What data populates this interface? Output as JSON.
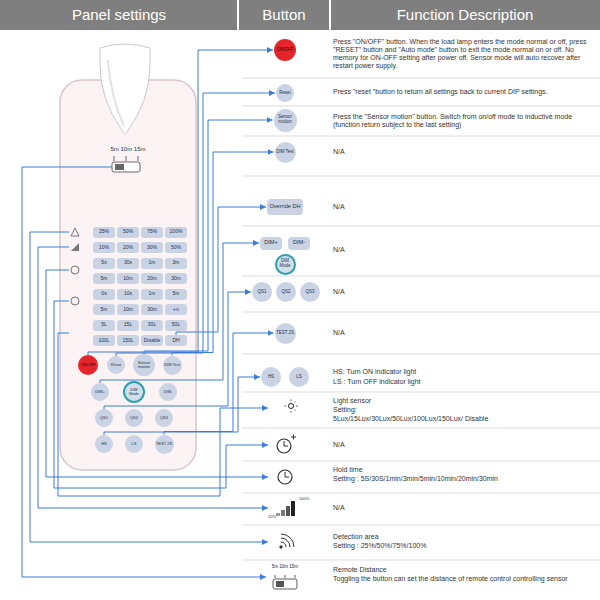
{
  "diagram": {
    "nodes": [
      {
        "text": [
          "5m 10m 15m"
        ]
      },
      {
        "text": [
          "25%"
        ],
        "in": 0
      },
      {
        "text": [
          "50%"
        ],
        "in": 0
      },
      {
        "text": [
          "75%"
        ],
        "in": 0
      },
      {
        "text": [
          "100%"
        ],
        "in": 0
      },
      {
        "text": [
          "10%"
        ],
        "in": 0
      },
      {
        "text": [
          "20%"
        ],
        "in": 0
      },
      {
        "text": [
          "30%"
        ],
        "in": 0
      },
      {
        "text": [
          "50%"
        ],
        "in": 0
      },
      {
        "text": [
          "5s"
        ],
        "in": 0
      },
      {
        "text": [
          "30s"
        ],
        "in": 0
      },
      {
        "text": [
          "1m"
        ],
        "in": 0
      },
      {
        "text": [
          "3m"
        ],
        "in": 0
      },
      {
        "text": [
          "5m"
        ],
        "in": 0
      },
      {
        "text": [
          "10m"
        ],
        "in": 0
      },
      {
        "text": [
          "20m"
        ],
        "in": 0
      },
      {
        "text": [
          "30m"
        ],
        "in": 0
      },
      {
        "text": [
          "0s"
        ],
        "in": 0
      },
      {
        "text": [
          "10s"
        ],
        "in": 0
      },
      {
        "text": [
          "1m"
        ],
        "in": 0
      },
      {
        "text": [
          "5m"
        ],
        "in": 0
      },
      {
        "text": [
          "5m"
        ],
        "in": 0
      },
      {
        "text": [
          "10m"
        ],
        "in": 0
      },
      {
        "text": [
          "30m"
        ],
        "in": 0
      },
      {
        "text": [
          "+∞"
        ],
        "in": 0
      },
      {
        "text": [
          "5L"
        ],
        "in": 0
      },
      {
        "text": [
          "15L"
        ],
        "in": 0
      },
      {
        "text": [
          "30L"
        ],
        "in": 0
      },
      {
        "text": [
          "50L"
        ],
        "in": 0
      },
      {
        "text": [
          "100L"
        ],
        "in": 0
      },
      {
        "text": [
          "150L"
        ],
        "in": 0
      },
      {
        "text": [
          "Disable"
        ],
        "in": 0
      },
      {
        "text": [
          "DH"
        ],
        "in": 0
      },
      {
        "text": [
          "ON/OFF"
        ],
        "in": 0
      },
      {
        "text": [
          "Reset"
        ],
        "in": 0
      },
      {
        "text": [
          "Sensor motion"
        ],
        "in": 0
      },
      {
        "text": [
          "DIM Test"
        ],
        "in": 0
      },
      {
        "text": [
          "DIM+"
        ],
        "in": 0
      },
      {
        "text": [
          "DIM Mode"
        ],
        "in": 0
      },
      {
        "text": [
          "DIM-"
        ],
        "in": 0
      },
      {
        "text": [
          "QS1"
        ],
        "in": 0
      },
      {
        "text": [
          "QS2"
        ],
        "in": 0
      },
      {
        "text": [
          "QS3"
        ],
        "in": 0
      },
      {
        "text": [
          "HS"
        ],
        "in": 0
      },
      {
        "text": [
          "LS"
        ],
        "in": 0
      },
      {
        "text": [
          "TEST 2S"
        ],
        "in": 0
      },
      {
        "text": [
          "ON/OFF"
        ]
      },
      {
        "text": [
          "Reset"
        ]
      },
      {
        "text": [
          "Sensor motion"
        ]
      },
      {
        "text": [
          "DIM Test"
        ]
      },
      {
        "text": [
          "Override DH"
        ]
      },
      {
        "text": [
          "DIM+"
        ]
      },
      {
        "text": [
          "DIM-"
        ]
      },
      {
        "text": [
          "DIM Mode"
        ]
      },
      {
        "text": [
          "QS1"
        ]
      },
      {
        "text": [
          "QS2"
        ]
      },
      {
        "text": [
          "QS3"
        ]
      },
      {
        "text": [
          "TEST 2S"
        ]
      },
      {
        "text": [
          "HS"
        ]
      },
      {
        "text": [
          "LS"
        ]
      },
      {
        "text": [
          "5m 10m 15m"
        ]
      }
    ],
    "edges": [
      {
        "from": 33,
        "to": 46,
        "arrow": "to"
      },
      {
        "from": 34,
        "to": 47,
        "arrow": "to"
      },
      {
        "from": 35,
        "to": 48,
        "arrow": "to"
      },
      {
        "from": 36,
        "to": 49,
        "arrow": "to"
      },
      {
        "from": 32,
        "to": 50,
        "arrow": "to"
      },
      {
        "from": 37,
        "to": 51,
        "arrow": "to"
      },
      {
        "from": 40,
        "to": 54,
        "arrow": "to"
      },
      {
        "from": 45,
        "to": 57,
        "arrow": "to"
      },
      {
        "from": 43,
        "to": 58,
        "arrow": "to"
      }
    ],
    "labels": [
      "Panel settings",
      "Button",
      "Function Description",
      "Press \"ON/OFF\" button. When the load lamp enters the mode normal or off, press \"RESET\" button and \"Auto mode\" button to exit the mode normal on or off. No memory for ON-OFF setting after power off. Sensor mode will auto recover after restart power supply.",
      "Press \"reset \"button to return all settings back to current DIP settings.",
      "Press the \"Sensor motion\" button. Switch from on/off mode to inductive mode (function return subject to the last setting)",
      "N/A",
      "N/A",
      "N/A",
      "N/A",
      "N/A",
      "HS: Turn ON indicator light",
      "LS : Turn OFF indicator light",
      "Light sensor",
      "Setting:",
      "5Lux/15Lux/30Lux/50Lux/100Lux/150Lux/ Disable",
      "N/A",
      "Hold time",
      "Setting : 5S/30S/1min/3min/5min/10min/20min/30min",
      "N/A",
      "Detection area",
      "Setting : 25%/50%/75%/100%",
      "Remote Distance",
      "Toggling the button can set the distance of remote control controlling sensor",
      "100%",
      "10%"
    ]
  }
}
